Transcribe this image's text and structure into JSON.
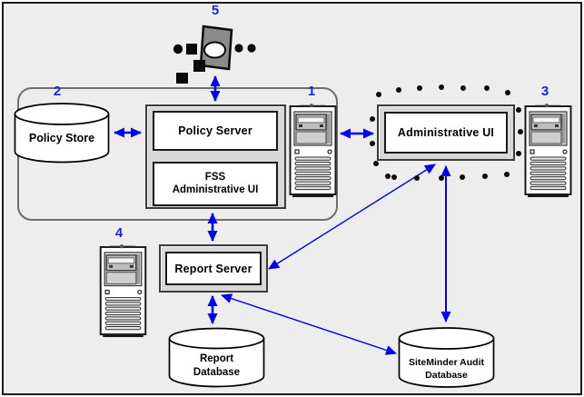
{
  "diagram": {
    "callouts": {
      "policy_server_host": "1",
      "policy_store": "2",
      "admin_ui_host": "3",
      "report_server_host": "4",
      "web_agent": "5"
    },
    "nodes": {
      "policy_store": {
        "label": "Policy Store"
      },
      "policy_server": {
        "label": "Policy Server"
      },
      "fss_admin_ui": {
        "line1": "FSS",
        "line2": "Administrative UI"
      },
      "admin_ui": {
        "label": "Administrative UI"
      },
      "report_server": {
        "label": "Report Server"
      },
      "report_database": {
        "line1": "Report",
        "line2": "Database"
      },
      "audit_database": {
        "line1": "SiteMinder Audit",
        "line2": "Database"
      }
    },
    "edges": [
      {
        "from": "web_agent",
        "to": "policy_server",
        "style": "double-arrow"
      },
      {
        "from": "policy_store",
        "to": "policy_server_group",
        "style": "double-arrow"
      },
      {
        "from": "policy_server_host",
        "to": "admin_ui",
        "style": "double-arrow"
      },
      {
        "from": "policy_server_group",
        "to": "report_server",
        "style": "double-arrow"
      },
      {
        "from": "report_server",
        "to": "report_database",
        "style": "double-arrow"
      },
      {
        "from": "admin_ui",
        "to": "audit_database",
        "style": "double-arrow"
      },
      {
        "from": "admin_ui",
        "to": "report_server",
        "style": "double-arrow"
      },
      {
        "from": "report_server",
        "to": "audit_database",
        "style": "double-arrow"
      }
    ],
    "colors": {
      "background": "#ededed",
      "panel_fill": "#d8d8d8",
      "arrow_blue": "#0000e6",
      "callout_blue": "#2222dd",
      "outline": "#1a1a1a"
    }
  }
}
